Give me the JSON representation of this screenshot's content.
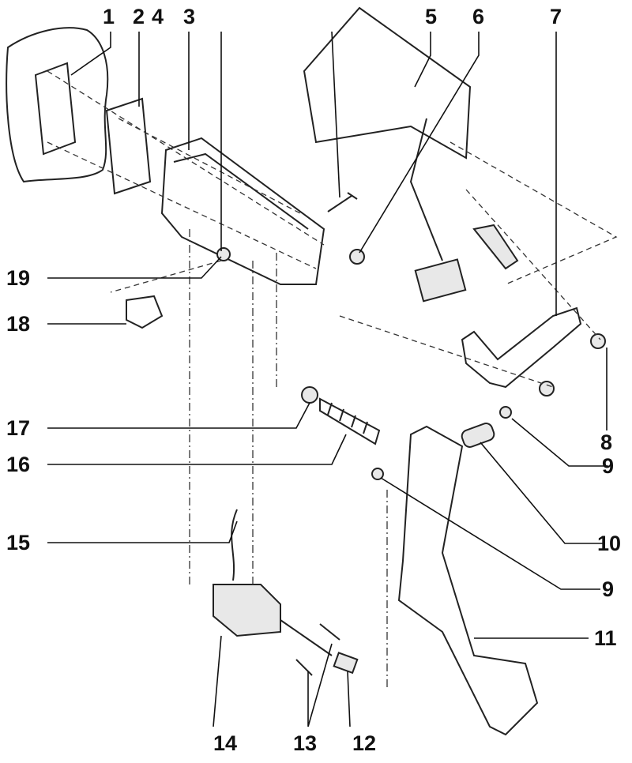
{
  "diagram": {
    "title": "Pedal assembly exploded view",
    "callouts": [
      {
        "id": "c1",
        "text": "1"
      },
      {
        "id": "c2",
        "text": "2"
      },
      {
        "id": "c3",
        "text": "3"
      },
      {
        "id": "c4",
        "text": "4"
      },
      {
        "id": "c5",
        "text": "5"
      },
      {
        "id": "c6",
        "text": "6"
      },
      {
        "id": "c7",
        "text": "7"
      },
      {
        "id": "c8",
        "text": "8"
      },
      {
        "id": "c9a",
        "text": "9"
      },
      {
        "id": "c10",
        "text": "10"
      },
      {
        "id": "c9b",
        "text": "9"
      },
      {
        "id": "c11",
        "text": "11"
      },
      {
        "id": "c12",
        "text": "12"
      },
      {
        "id": "c13",
        "text": "13"
      },
      {
        "id": "c14",
        "text": "14"
      },
      {
        "id": "c15",
        "text": "15"
      },
      {
        "id": "c16",
        "text": "16"
      },
      {
        "id": "c17",
        "text": "17"
      },
      {
        "id": "c18",
        "text": "18"
      },
      {
        "id": "c19",
        "text": "19"
      }
    ]
  }
}
